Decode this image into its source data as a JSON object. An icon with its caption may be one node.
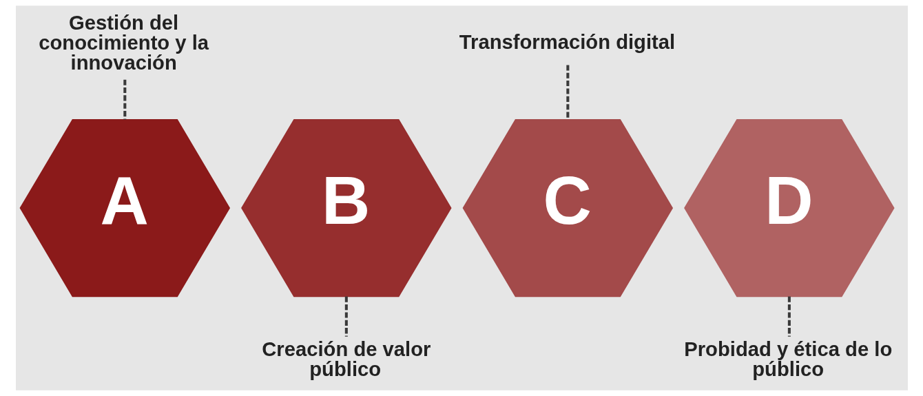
{
  "diagram": {
    "nodes": [
      {
        "text": [
          "Gestión del conocimiento y la innovación"
        ]
      },
      {
        "text": [
          "Transformación digital"
        ]
      },
      {
        "text": [
          "A"
        ]
      },
      {
        "text": [
          "B"
        ]
      },
      {
        "text": [
          "C"
        ]
      },
      {
        "text": [
          "D"
        ]
      },
      {
        "text": [
          "Creación de valor público"
        ]
      },
      {
        "text": [
          "Probidad y ética de lo público"
        ]
      }
    ],
    "edges": [
      {
        "from": 0,
        "to": 2,
        "arrow": "none",
        "style": "dashed"
      },
      {
        "from": 1,
        "to": 4,
        "arrow": "none",
        "style": "dashed"
      },
      {
        "from": 3,
        "to": 6,
        "arrow": "none",
        "style": "dashed"
      },
      {
        "from": 5,
        "to": 7,
        "arrow": "none",
        "style": "dashed"
      }
    ]
  }
}
